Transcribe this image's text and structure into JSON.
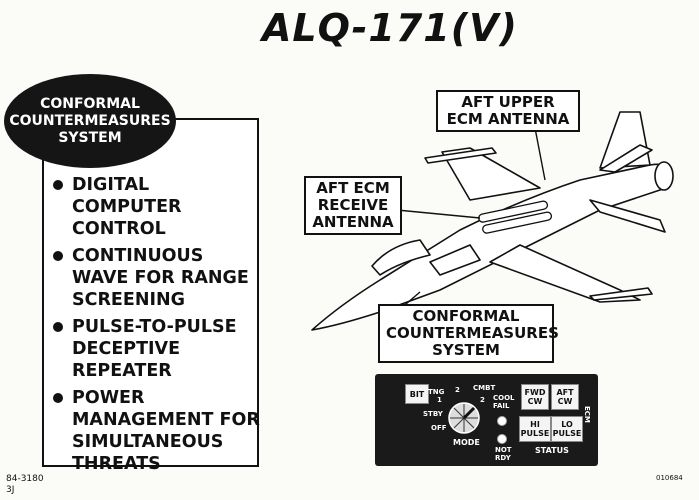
{
  "title": "ALQ-171(V)",
  "oval": {
    "line1": "CONFORMAL",
    "line2": "COUNTERMEASURES",
    "line3": "SYSTEM"
  },
  "bullets": [
    "DIGITAL COMPUTER CONTROL",
    "CONTINUOUS WAVE FOR RANGE SCREENING",
    "PULSE-TO-PULSE DECEPTIVE REPEATER",
    "POWER MANAGEMENT FOR SIMULTANEOUS THREATS"
  ],
  "callouts": {
    "aft_upper": {
      "line1": "AFT UPPER",
      "line2": "ECM ANTENNA"
    },
    "aft_receive": {
      "line1": "AFT ECM",
      "line2": "RECEIVE",
      "line3": "ANTENNA"
    },
    "conformal": {
      "line1": "CONFORMAL",
      "line2": "COUNTERMEASURES",
      "line3": "SYSTEM"
    }
  },
  "panel": {
    "bit": "BIT",
    "mode_positions": {
      "trng": "TNG",
      "stby": "STBY",
      "off": "OFF",
      "p1": "1",
      "p2": "2",
      "cmbt": "CMBT"
    },
    "mode_label": "MODE",
    "cool_fail": "COOL FAIL",
    "not_rdy": "NOT RDY",
    "fwd_cw": {
      "l1": "FWD",
      "l2": "CW"
    },
    "aft_cw": {
      "l1": "AFT",
      "l2": "CW"
    },
    "hi_pulse": {
      "l1": "HI",
      "l2": "PULSE"
    },
    "lo_pulse": {
      "l1": "LO",
      "l2": "PULSE"
    },
    "status_label": "STATUS",
    "side_label": "ECM"
  },
  "footer": {
    "code1": "84-3180",
    "code2": "3J",
    "ref": "010684"
  }
}
